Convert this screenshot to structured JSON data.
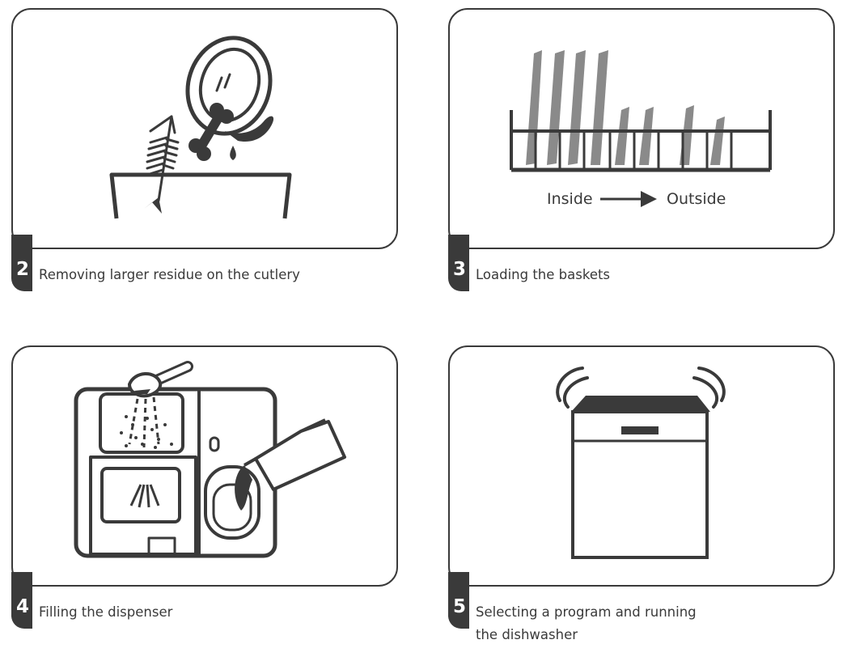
{
  "steps": [
    {
      "number": "2",
      "caption": "Removing larger residue on the cutlery"
    },
    {
      "number": "3",
      "caption": "Loading the baskets",
      "diagram": {
        "from_label": "Inside",
        "to_label": "Outside"
      }
    },
    {
      "number": "4",
      "caption": "Filling the dispenser"
    },
    {
      "number": "5",
      "caption_lines": [
        "Selecting a program and running",
        "the dishwasher"
      ]
    }
  ],
  "colors": {
    "outline": "#3a3a3a",
    "plates": "#8a8a8a"
  }
}
